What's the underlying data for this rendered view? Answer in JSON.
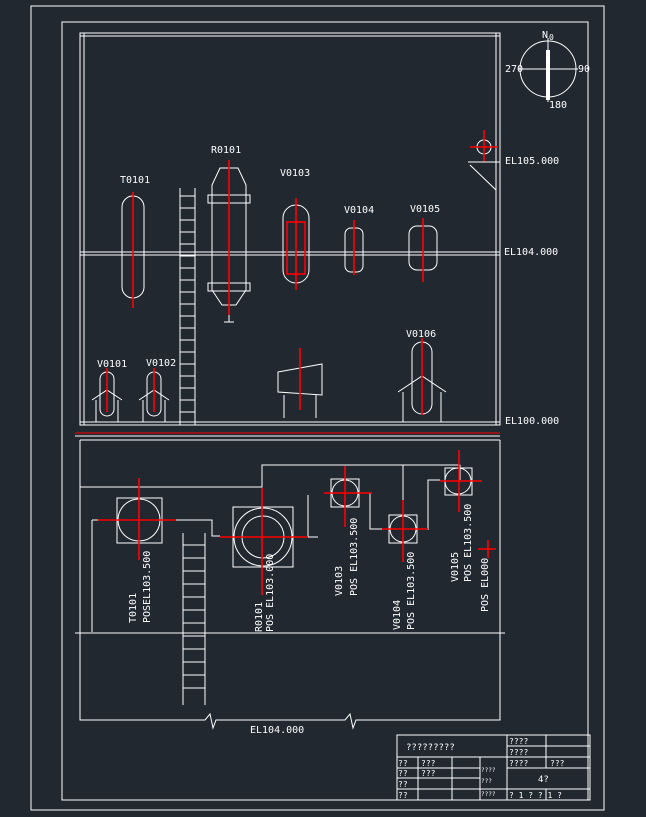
{
  "colors": {
    "background": "#212830",
    "line": "#ffffff",
    "centerline": "#ff0000"
  },
  "compass": {
    "north": "N",
    "n_angle": "0",
    "east": "90",
    "south": "180",
    "west": "270"
  },
  "elevations": {
    "el105": "EL105.000",
    "el104": "EL104.000",
    "el100": "EL100.000",
    "plan": "EL104.000"
  },
  "elevation_view": {
    "equipment": [
      {
        "tag": "T0101"
      },
      {
        "tag": "R0101"
      },
      {
        "tag": "V0103"
      },
      {
        "tag": "V0104"
      },
      {
        "tag": "V0105"
      },
      {
        "tag": "V0101"
      },
      {
        "tag": "V0102"
      },
      {
        "tag": "V0106"
      }
    ]
  },
  "plan_view": {
    "labels": [
      {
        "tag": "T0101",
        "pos": "POSEL103.500"
      },
      {
        "tag": "R0101",
        "pos": "POS EL103.000"
      },
      {
        "tag": "V0103",
        "pos": "POS EL103.500"
      },
      {
        "tag": "V0104",
        "pos": "POS EL103.500"
      },
      {
        "tag": "V0105",
        "pos": "POS EL103.500"
      },
      {
        "tag": "",
        "pos": "POS EL000"
      }
    ]
  },
  "title_block": {
    "title": "?????????",
    "r1c3": "????",
    "r2c3": "????",
    "r3c1": "??",
    "r3c2": "???",
    "r3c4": "????",
    "r3c5": "???",
    "r4c1": "??",
    "r4c2": "???",
    "r5c1": "??",
    "r6c1": "??",
    "mid1": "????",
    "mid2": "???",
    "mid3": "????",
    "sheet": "4?",
    "bottom": "? 1 ? ? 1 ?"
  }
}
